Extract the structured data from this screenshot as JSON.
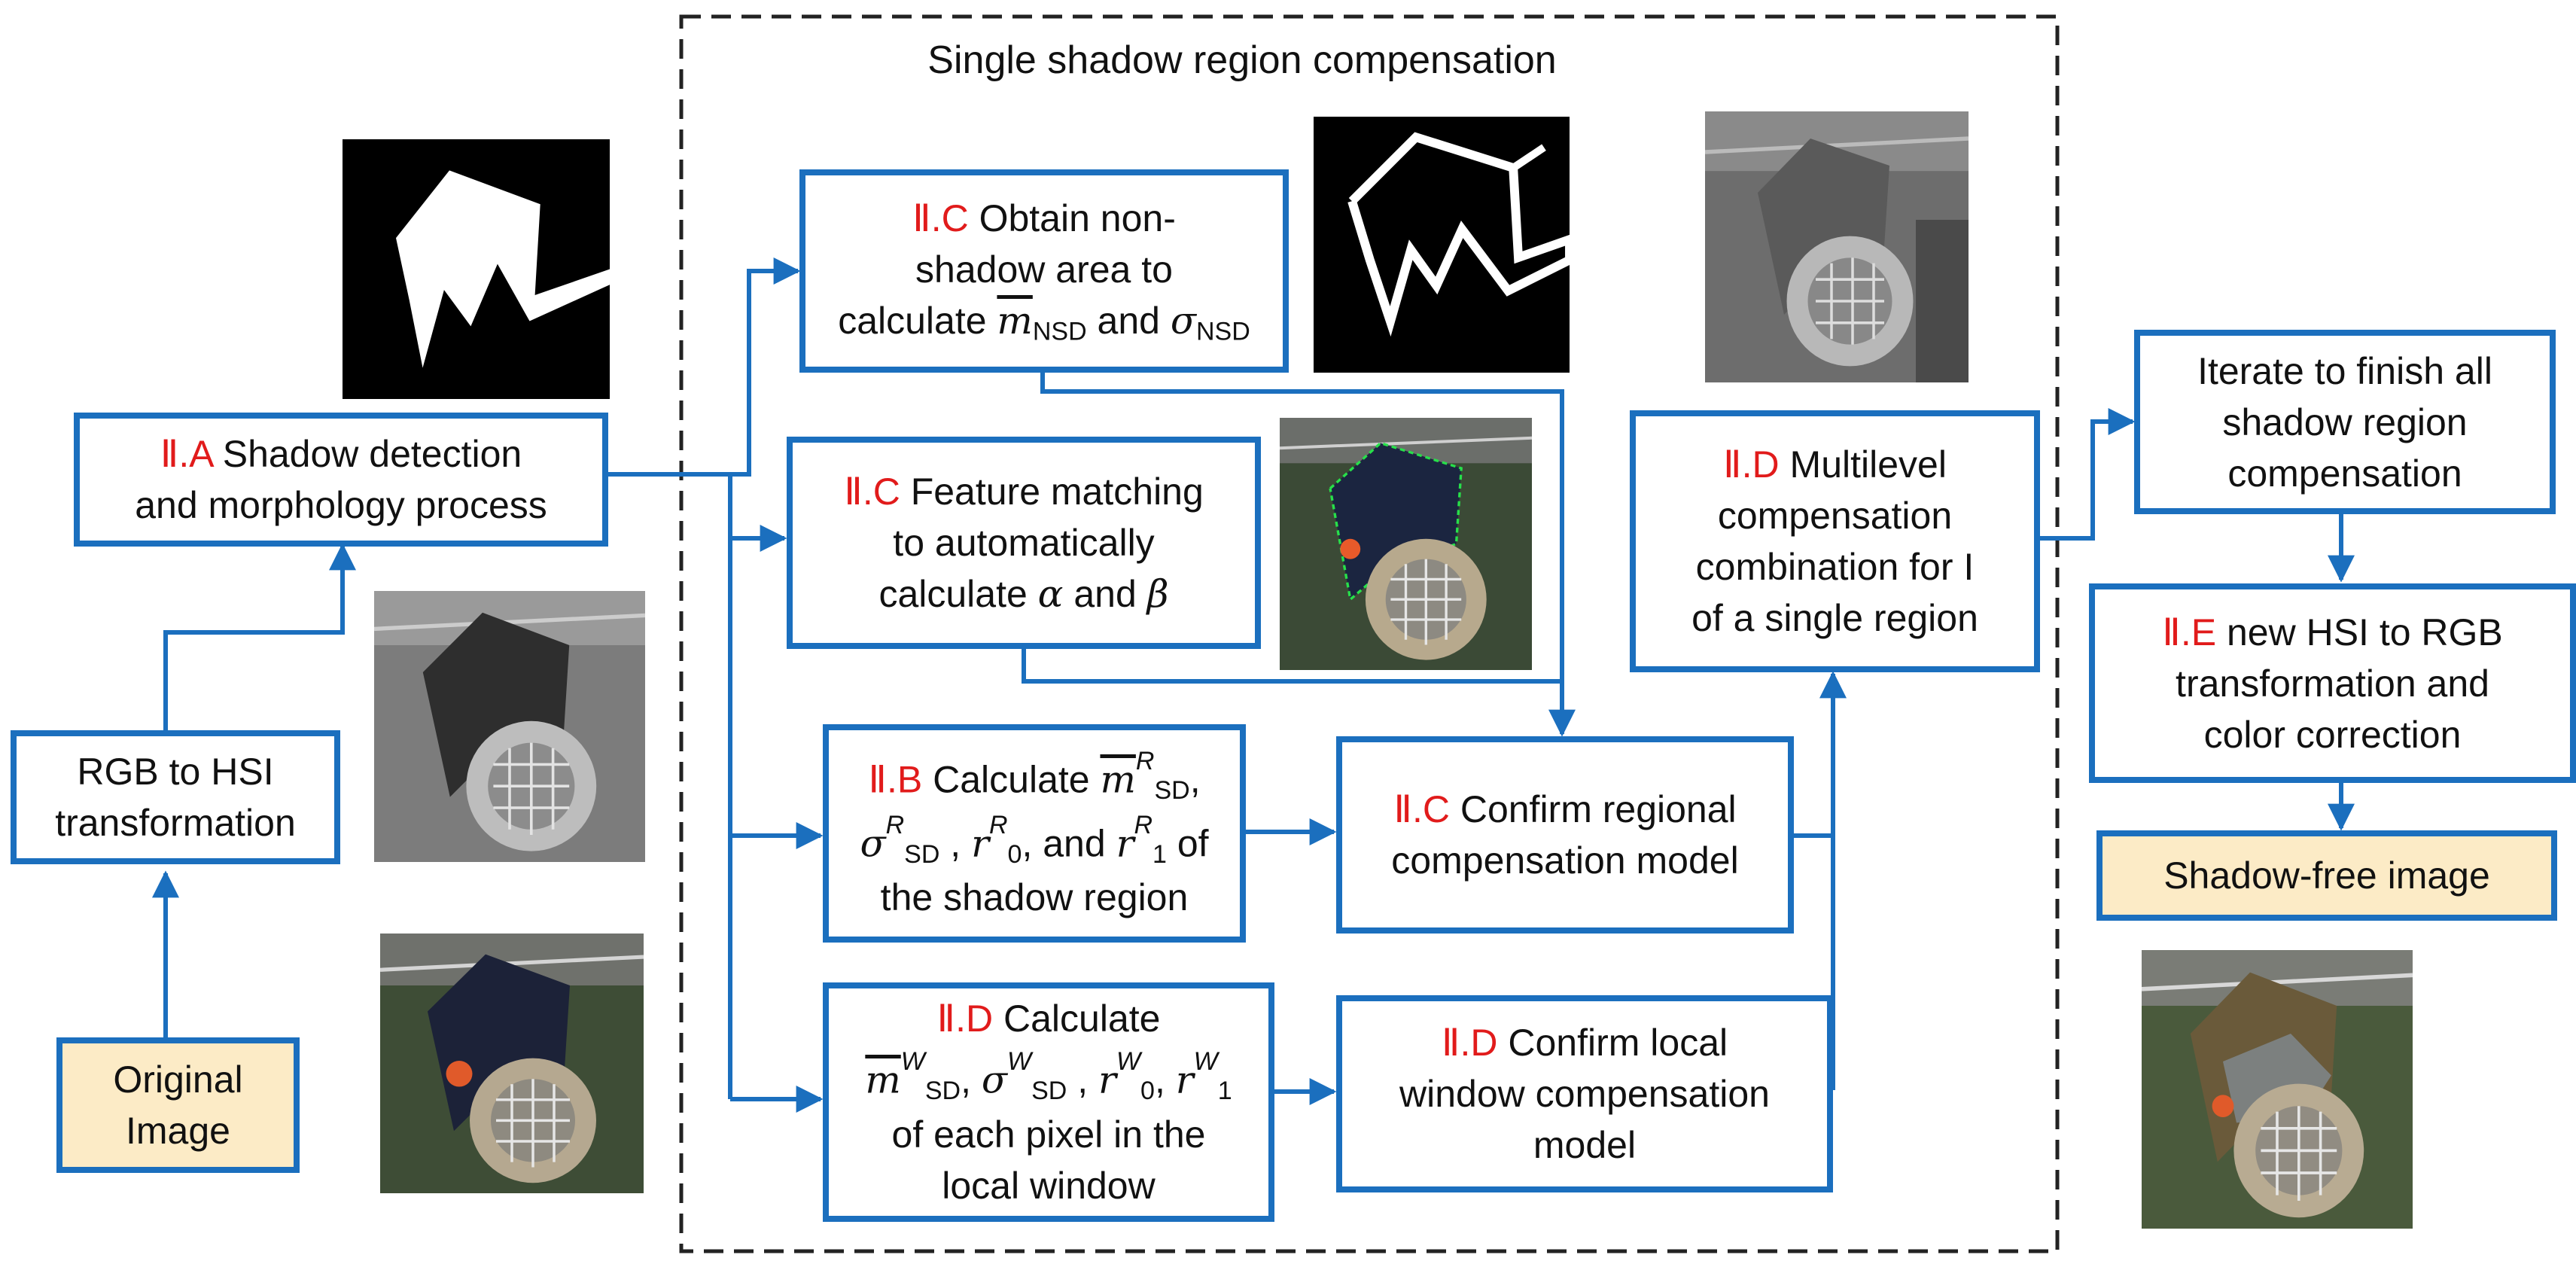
{
  "diagram": {
    "title": "Single shadow region compensation",
    "nodes": {
      "original": {
        "line1": "Original",
        "line2": "Image"
      },
      "rgb_hsi": {
        "line1": "RGB to HSI",
        "line2": "transformation"
      },
      "shadow_detect": {
        "tag": "Ⅱ.A",
        "line1": " Shadow detection",
        "line2": "and morphology process"
      },
      "nonshadow": {
        "tag": "Ⅱ.C",
        "line1": " Obtain non-",
        "line2": "shadow area to",
        "line3_a": "calculate ",
        "m_sym": "m",
        "sub_nsd": "NSD",
        "and": " and ",
        "sigma_sym": "σ",
        "sub_nsd2": "NSD"
      },
      "feature": {
        "tag": "Ⅱ.C",
        "line1": " Feature matching",
        "line2": "to automatically",
        "line3_a": "calculate ",
        "alpha": "α",
        "and": " and ",
        "beta": "β"
      },
      "calc_region": {
        "tag": "Ⅱ.B",
        "line1_a": " Calculate ",
        "m_sym": "m",
        "sup_r": "R",
        "sub_sd": "SD",
        "comma": ",",
        "sigma_sym": "σ",
        "sup_r2": "R",
        "sub_sd2": "SD",
        "sep1": " , ",
        "r_sym": "r",
        "sup_r3": "R",
        "sub_0": "0",
        "sep2": ", and ",
        "r_sym2": "r",
        "sup_r4": "R",
        "sub_1": "1",
        "of": " of",
        "line3": "the shadow region"
      },
      "calc_local": {
        "tag": "Ⅱ.D",
        "line1": " Calculate",
        "m_sym": "m",
        "sup_w": "W",
        "sub_sd": "SD",
        "sep0": ", ",
        "sigma_sym": "σ",
        "sup_w2": "W",
        "sub_sd2": "SD",
        "sep1": " , ",
        "r_sym": "r",
        "sup_w3": "W",
        "sub_0": "0",
        "sep2": ", ",
        "r_sym2": "r",
        "sup_w4": "W",
        "sub_1": "1",
        "line3": "of each pixel in the",
        "line4": "local window"
      },
      "confirm_regional": {
        "tag": "Ⅱ.C",
        "line1": " Confirm regional",
        "line2": "compensation model"
      },
      "confirm_local": {
        "tag": "Ⅱ.D",
        "line1": " Confirm local",
        "line2": "window compensation",
        "line3": "model"
      },
      "multilevel": {
        "tag": "Ⅱ.D",
        "line1": " Multilevel",
        "line2": "compensation",
        "line3": "combination for I",
        "line4": "of a single region"
      },
      "iterate": {
        "line1": "Iterate to finish  all",
        "line2": "shadow region",
        "line3": "compensation"
      },
      "hsi_rgb": {
        "tag": "Ⅱ.E",
        "line1": "  new HSI to RGB",
        "line2": "transformation and",
        "line3": "color correction"
      },
      "shadow_free": {
        "line1": "Shadow-free image"
      }
    },
    "colors": {
      "box_border": "#1B6FBE",
      "arrow": "#1B6FBE",
      "tag_red": "#E11B1B",
      "beige_fill": "#FCEBC6",
      "dashed_frame": "#222222"
    }
  }
}
